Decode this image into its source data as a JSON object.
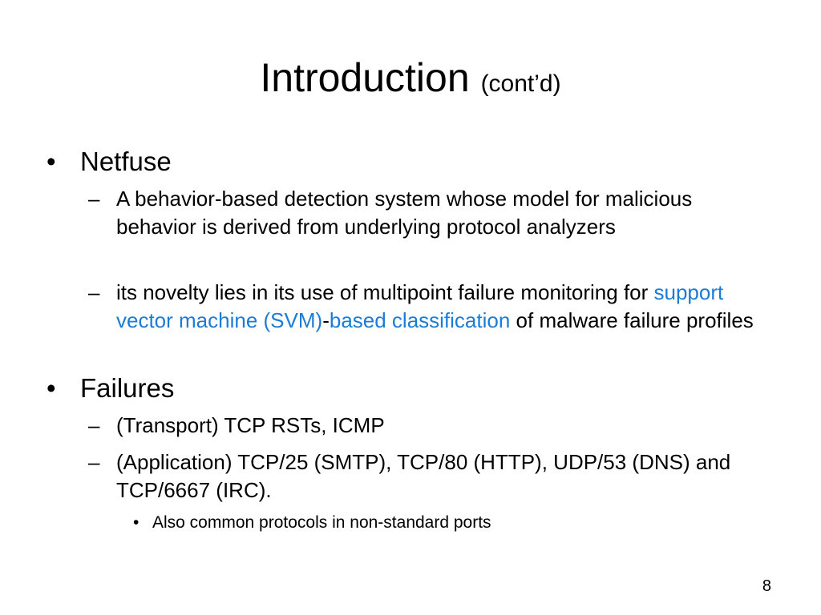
{
  "slide": {
    "title": "Introduction",
    "title_suffix": "(cont’d)",
    "bullets": [
      {
        "text": "Netfuse",
        "items": [
          {
            "text": "A behavior-based detection system whose model for malicious behavior is derived from underlying protocol analyzers"
          },
          {
            "before": "its novelty lies in its use of multipoint failure monitoring for ",
            "highlight1": "support vector machine (SVM)",
            "middle": "-",
            "highlight2": "based classification",
            "after": " of malware failure profiles"
          }
        ]
      },
      {
        "text": "Failures",
        "items": [
          {
            "text": "(Transport) TCP RSTs, ICMP"
          },
          {
            "text": "(Application) TCP/25 (SMTP), TCP/80 (HTTP), UDP/53 (DNS) and TCP/6667 (IRC)."
          }
        ],
        "subitems": [
          {
            "text": "Also common protocols in non-standard ports"
          }
        ]
      }
    ],
    "bullet_glyph": "•",
    "dash_glyph": "–",
    "page_number": "8",
    "colors": {
      "highlight": "#1c7cd5",
      "text": "#000000",
      "background": "#ffffff"
    }
  }
}
